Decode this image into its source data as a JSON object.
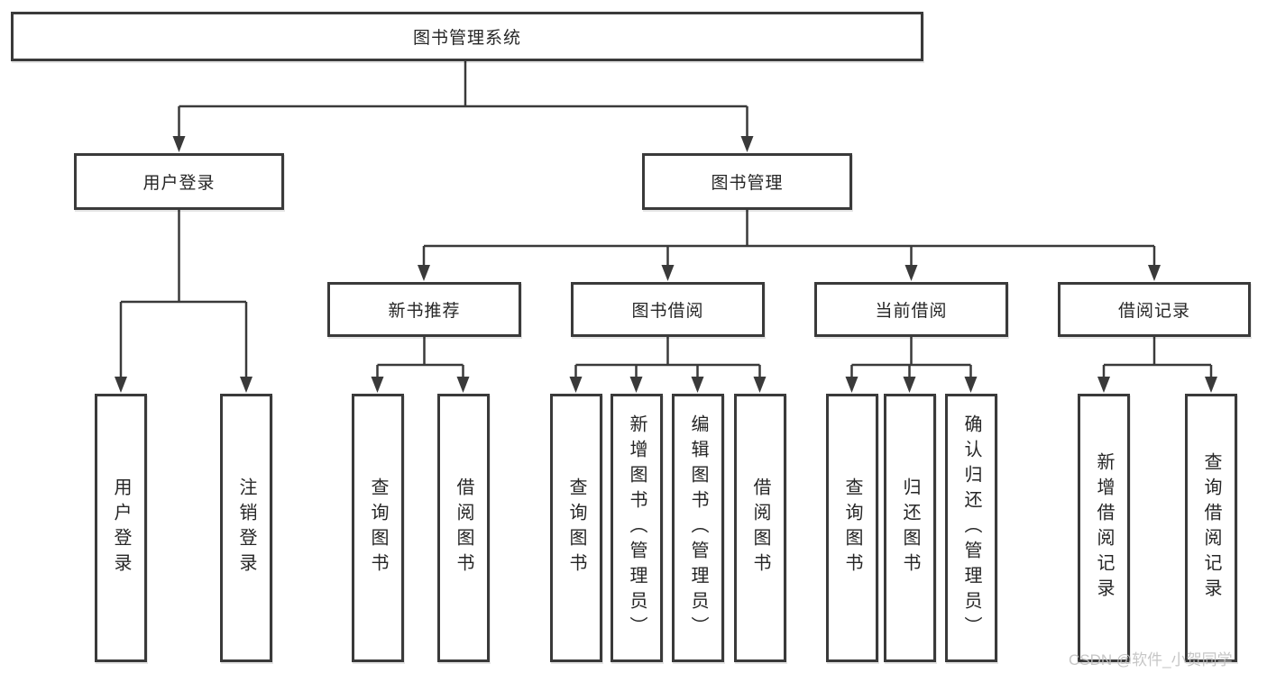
{
  "diagram": {
    "root_label": "图书管理系统",
    "level2": [
      {
        "label": "用户登录"
      },
      {
        "label": "图书管理"
      }
    ],
    "level3": [
      {
        "label": "新书推荐"
      },
      {
        "label": "图书借阅"
      },
      {
        "label": "当前借阅"
      },
      {
        "label": "借阅记录"
      }
    ],
    "leaves": {
      "user_login": [
        "用户登录",
        "注销登录"
      ],
      "new_book": [
        "查询图书",
        "借阅图书"
      ],
      "book_borrow": [
        "查询图书",
        "新增图书（管理员）",
        "编辑图书（管理员）",
        "借阅图书"
      ],
      "current_borrow": [
        "查询图书",
        "归还图书",
        "确认归还（管理员）"
      ],
      "borrow_records": [
        "新增借阅记录",
        "查询借阅记录"
      ]
    }
  },
  "watermark": {
    "text": "CSDN @软件_小贺同学"
  },
  "colors": {
    "line": "#3a3a3a",
    "box_border": "#3a3a3a",
    "text": "#262626",
    "watermark": "#c0c0c0",
    "background": "#ffffff"
  }
}
